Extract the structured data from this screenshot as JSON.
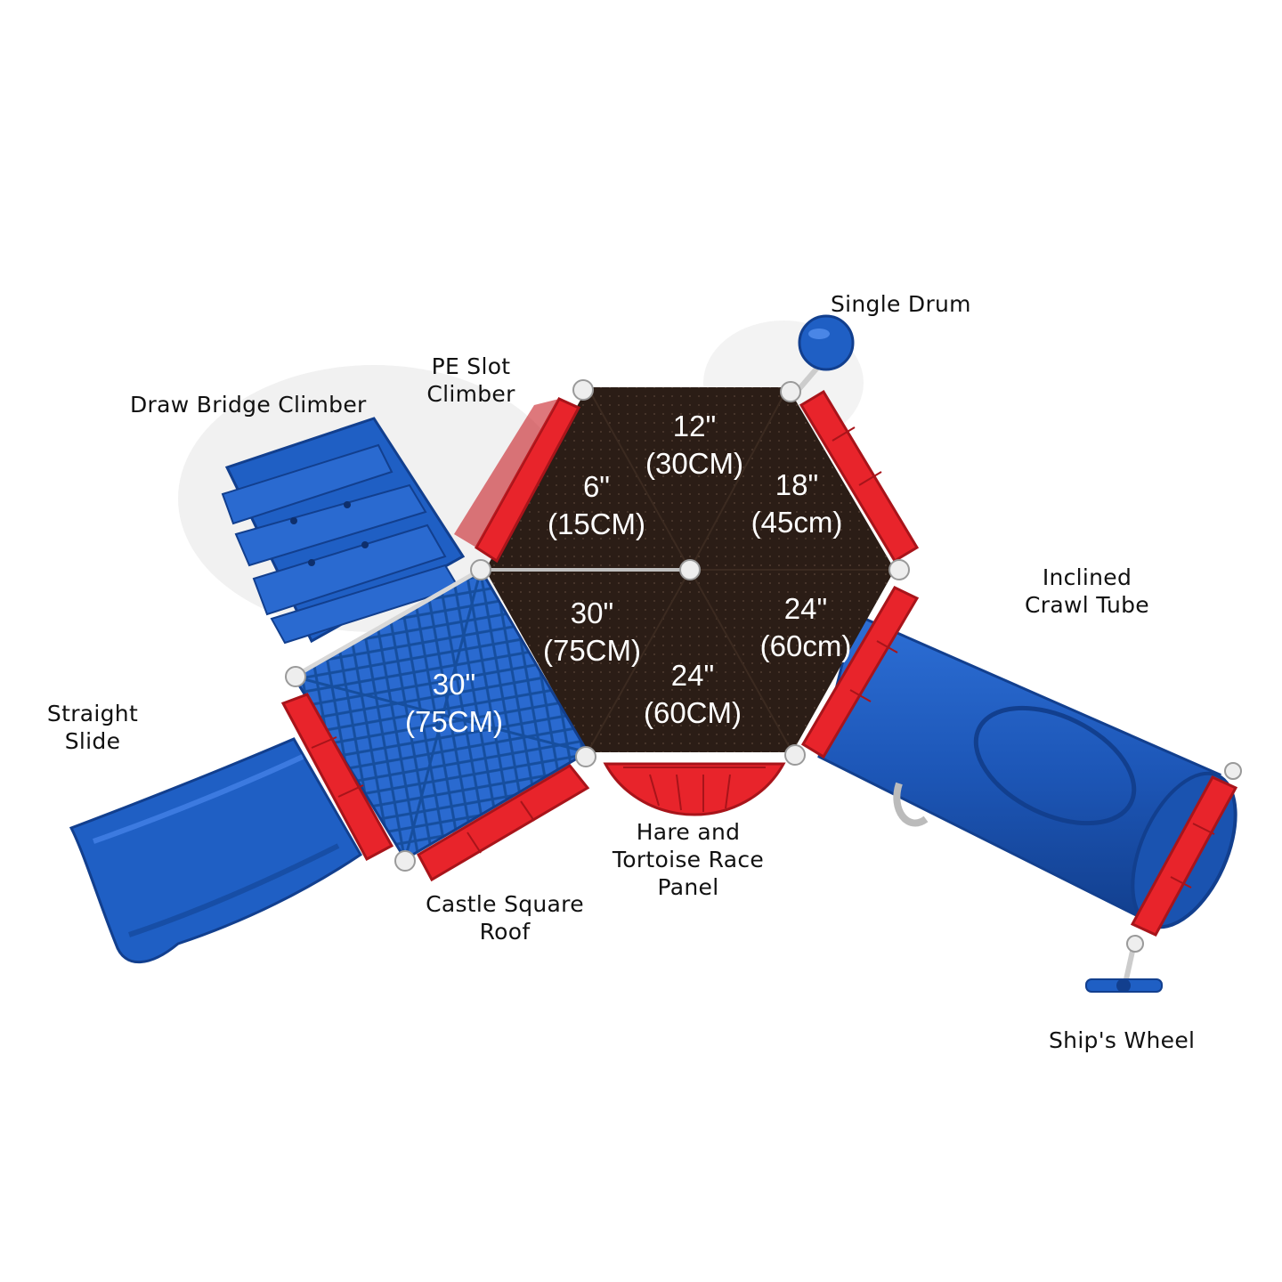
{
  "colors": {
    "blue": "#1f5fc4",
    "blue_dark": "#123f8e",
    "red": "#e8242b",
    "red_dark": "#a8141a",
    "deck": "#2b1d16",
    "post": "#e6e6e6"
  },
  "callouts": {
    "single_drum": [
      "Single Drum"
    ],
    "pe_slot_climber": [
      "PE Slot",
      "Climber"
    ],
    "draw_bridge_climber": [
      "Draw Bridge Climber"
    ],
    "inclined_crawl_tube": [
      "Inclined",
      "Crawl Tube"
    ],
    "straight_slide": [
      "Straight",
      "Slide"
    ],
    "hare_tortoise_panel": [
      "Hare and",
      "Tortoise Race",
      "Panel"
    ],
    "castle_square_roof": [
      "Castle Square",
      "Roof"
    ],
    "ships_wheel": [
      "Ship's Wheel"
    ]
  },
  "deck_heights": {
    "deck_12": [
      "12\"",
      "(30CM)"
    ],
    "deck_6": [
      "6\"",
      "(15CM)"
    ],
    "deck_18": [
      "18\"",
      "(45cm)"
    ],
    "deck_30_upper": [
      "30\"",
      "(75CM)"
    ],
    "deck_24_right": [
      "24\"",
      "(60cm)"
    ],
    "deck_24_bottom": [
      "24\"",
      "(60CM)"
    ],
    "deck_30_roof": [
      "30\"",
      "(75CM)"
    ]
  }
}
